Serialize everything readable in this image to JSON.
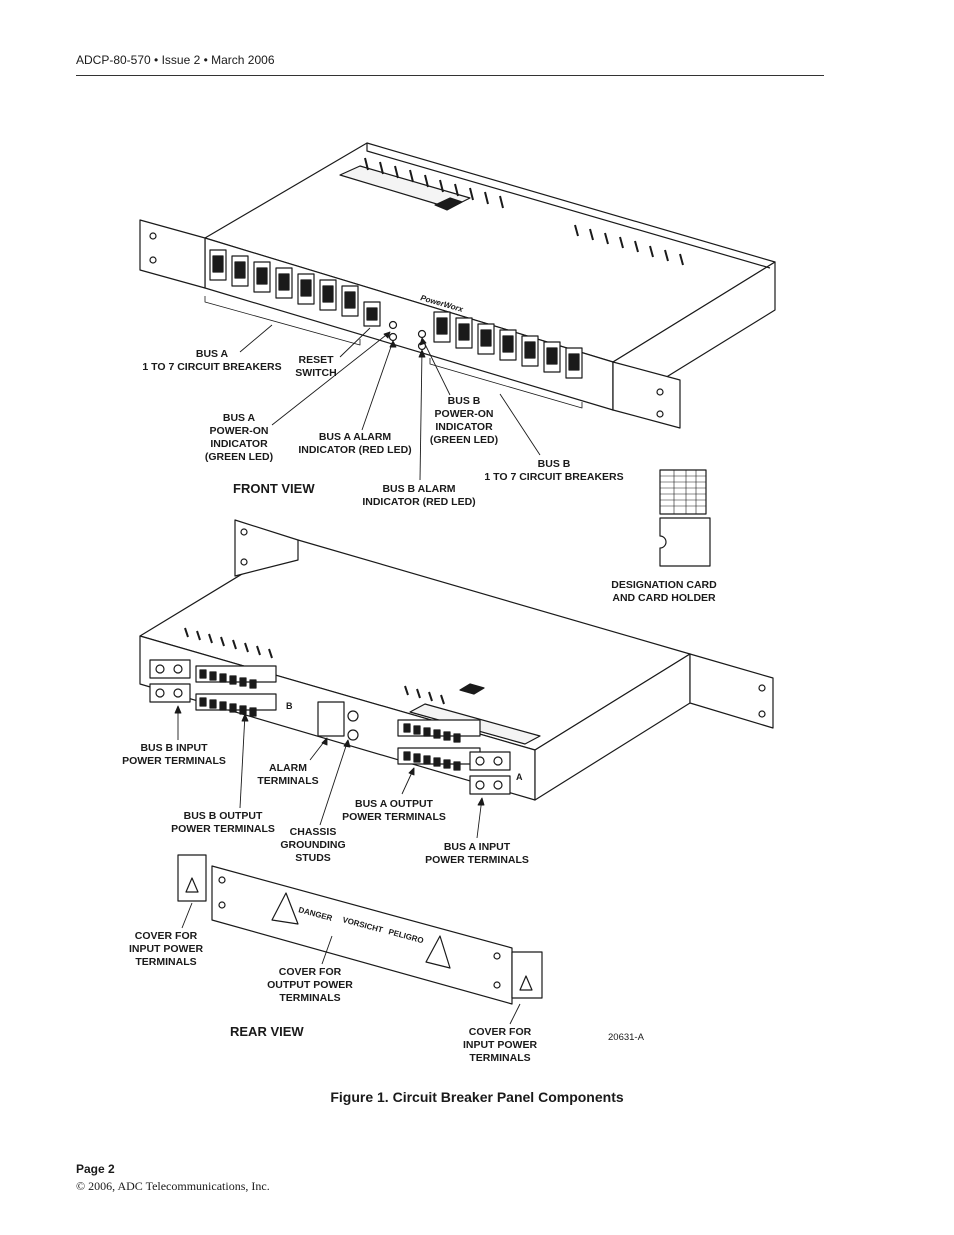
{
  "header": {
    "doc_line": "ADCP-80-570 • Issue 2 • March 2006"
  },
  "front_view": {
    "title": "FRONT VIEW",
    "labels": {
      "bus_a_breakers": "BUS A\n1 TO 7 CIRCUIT BREAKERS",
      "reset_switch": "RESET\nSWITCH",
      "bus_a_power_led": "BUS A\nPOWER-ON\nINDICATOR\n(GREEN LED)",
      "bus_a_alarm_led": "BUS A ALARM\nINDICATOR (RED LED)",
      "bus_b_power_led": "BUS B\nPOWER-ON\nINDICATOR\n(GREEN LED)",
      "bus_b_breakers": "BUS B\n1 TO 7 CIRCUIT BREAKERS",
      "bus_b_alarm_led": "BUS B ALARM\nINDICATOR (RED LED)",
      "designation_card": "DESIGNATION CARD\nAND CARD HOLDER"
    },
    "panel_logo": "PowerWorx"
  },
  "rear_view": {
    "title": "REAR VIEW",
    "labels": {
      "bus_b_input": "BUS B INPUT\nPOWER TERMINALS",
      "alarm_terminals": "ALARM\nTERMINALS",
      "bus_b_output": "BUS B OUTPUT\nPOWER TERMINALS",
      "chassis_ground": "CHASSIS\nGROUNDING\nSTUDS",
      "bus_a_output": "BUS A OUTPUT\nPOWER TERMINALS",
      "bus_a_input": "BUS A INPUT\nPOWER TERMINALS",
      "cover_input_left": "COVER FOR\nINPUT POWER\nTERMINALS",
      "cover_output": "COVER FOR\nOUTPUT POWER\nTERMINALS",
      "cover_input_right": "COVER FOR\nINPUT POWER\nTERMINALS"
    },
    "bus_letter_a": "A",
    "bus_letter_b": "B",
    "cover_words": [
      "DANGER",
      "VORSICHT",
      "PELIGRO"
    ]
  },
  "figure_number": "20631-A",
  "caption": "Figure 1. Circuit Breaker Panel Components",
  "footer": {
    "page": "Page 2",
    "copyright": "© 2006, ADC Telecommunications, Inc."
  }
}
